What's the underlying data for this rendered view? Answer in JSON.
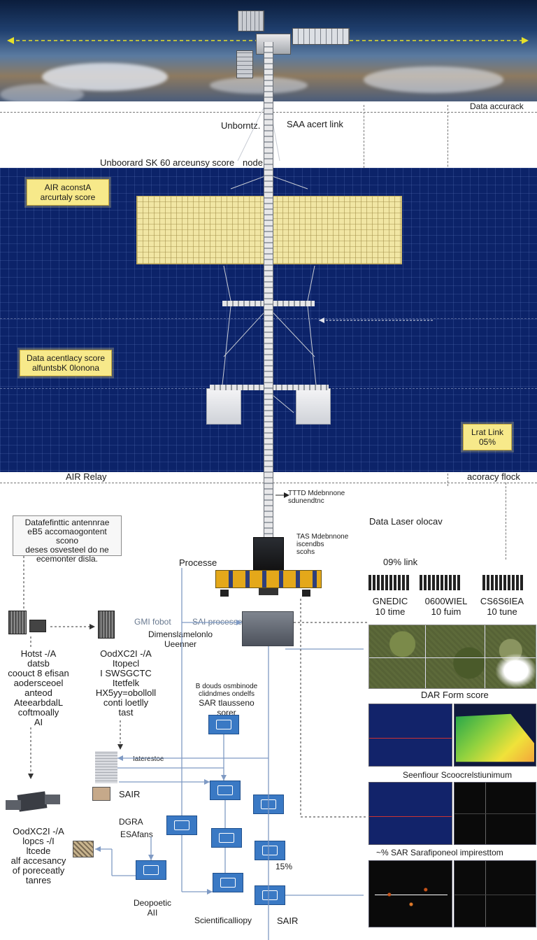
{
  "top": {
    "data_accurack": "Data accurack",
    "unborntz": "Unborntz.",
    "saa_acert_link": "SAA acert link",
    "unboard_title": "Unboorard SK 60 arceunsy score",
    "node": "node"
  },
  "panel": {
    "box_air": [
      "AIR aconstA",
      "arcurtaly score"
    ],
    "box_data": [
      "Data acentlacy score",
      "alfuntsbK 0lonona"
    ],
    "box_link": [
      "Lrat Link",
      "05%"
    ],
    "air_relay": "AIR Relay",
    "acoracy_flock": "acoracy flock"
  },
  "mid": {
    "note_small": [
      "TTTD Mdebnnone",
      "sdunendtnc"
    ],
    "description_box": [
      "Datafefinttic antennrae",
      "eB5 accomaogontent scono",
      "deses osvesteel do ne",
      "ecemonter disla."
    ],
    "data_laser": "Data Laser olocav",
    "process": "Processe",
    "node_labels": [
      "TAS Mdebnnone",
      "iscendbs",
      "scohs"
    ],
    "link_09": "09% link",
    "gmi_fobot": "GMI fobot",
    "sai_processe": "SAI processe",
    "dimen": [
      "Dimenslamelonlo",
      "Ueenner"
    ],
    "sar_score_block": [
      "B douds osmbinode",
      "clidndmes ondelfs",
      "SAR tlausseno sorer"
    ],
    "left_block1": [
      "Hotst -/A",
      "datsb",
      "coouct 8 efisan",
      "aodersceoel",
      "anteod",
      "AteearbdalL",
      "coftmoally",
      "AI"
    ],
    "left_block2": [
      "OodXC2I -/A",
      "Itopecl",
      "I SWSGCTC",
      "Itetfelk",
      "HX5yy=obolloll",
      "conti loetlly",
      "tast"
    ],
    "left_block3": [
      "OodXC2I -/A",
      "lopcs -/I",
      "ltcede",
      "alf accesancy",
      "of poreceatly",
      "tanres"
    ],
    "sair_1": "SAIR",
    "dgra": "DGRA",
    "esa": "ESAfans",
    "pct_15": "15%",
    "deopoetic": [
      "Deopoetic",
      "AII"
    ],
    "scientific": "Scientificalliopy",
    "sair_2": "SAIR",
    "tiny_label": "Iaterestoe"
  },
  "right": {
    "cols": [
      {
        "name": "GNEDIC",
        "time": "10 time"
      },
      {
        "name": "0600WIEL",
        "time": "10 fuim"
      },
      {
        "name": "CS6S6IEA",
        "time": "10 tune"
      }
    ],
    "dar_form": "DAR Form score",
    "seenfiour": "Seenfiour Scoocrelstiunimum",
    "sar_sara": "~% SAR Sarafiponeol impiresttom"
  },
  "colors": {
    "panel_bg": "#0c2369",
    "yellow_box": "#f7e98a",
    "node_blue": "#3a79c4",
    "connector": "#7f9ac4"
  }
}
